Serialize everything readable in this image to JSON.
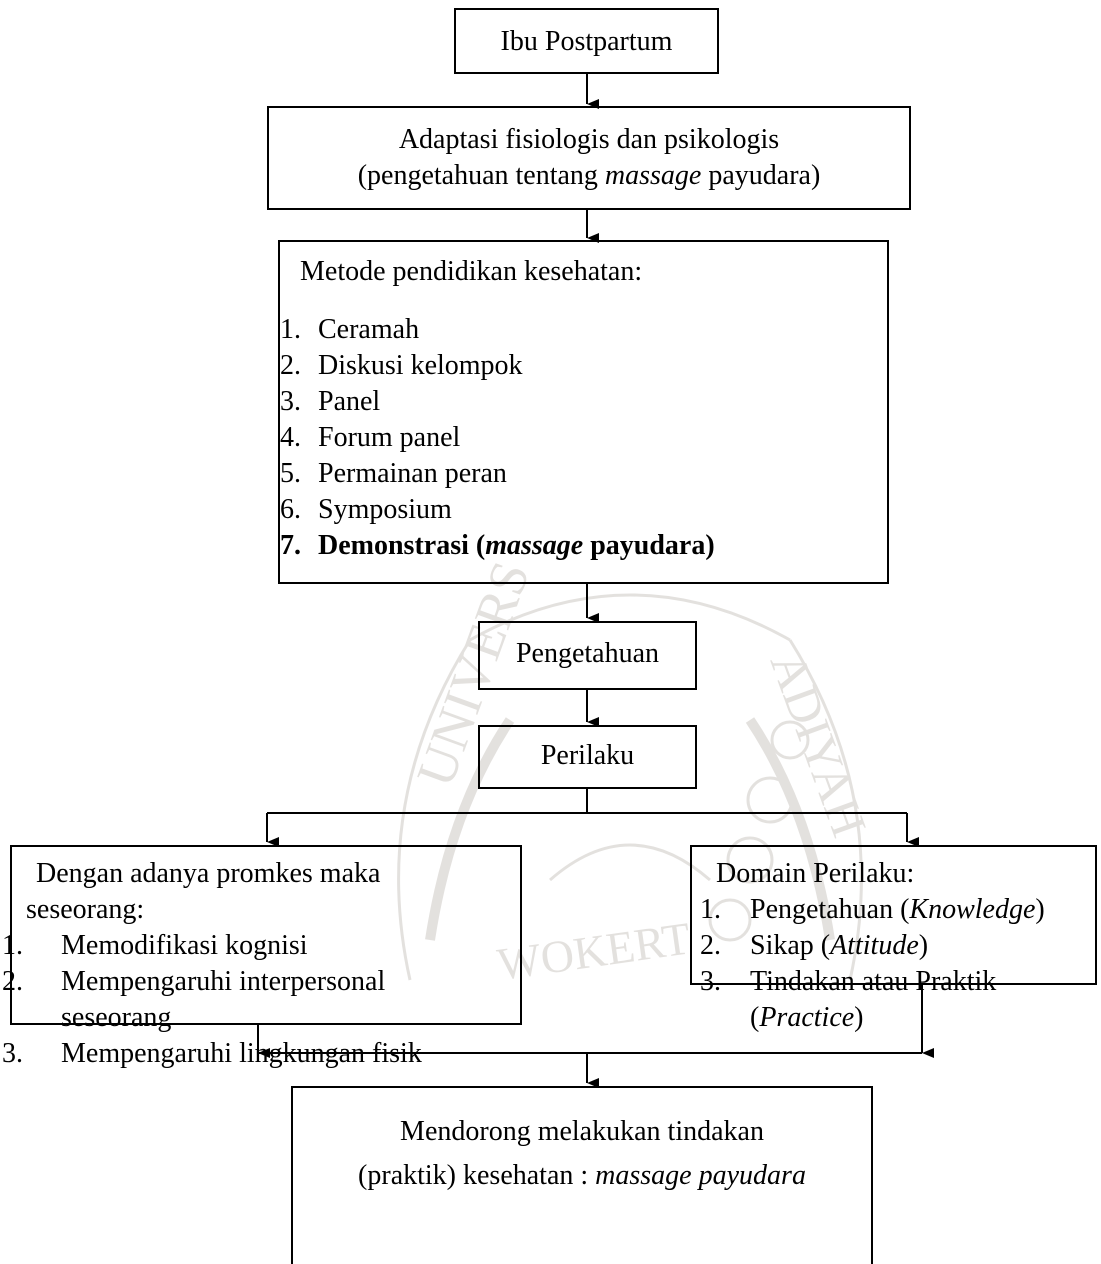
{
  "watermark": {
    "letters_left": "UNIVERS",
    "letters_right": "ADIYAH",
    "letters_bottom": "WOKERT"
  },
  "nodes": {
    "ibu": {
      "text": "Ibu Postpartum"
    },
    "adaptasi": {
      "line1": "Adaptasi fisiologis dan psikologis",
      "line2_pre": "(pengetahuan tentang ",
      "line2_em": "massage",
      "line2_post": " payudara)"
    },
    "metode": {
      "title": "Metode pendidikan kesehatan:",
      "items": [
        {
          "num": "1.",
          "text": "Ceramah"
        },
        {
          "num": "2.",
          "text": "Diskusi kelompok"
        },
        {
          "num": "3.",
          "text": "Panel"
        },
        {
          "num": "4.",
          "text": "Forum panel"
        },
        {
          "num": "5.",
          "text": "Permainan peran"
        },
        {
          "num": "6.",
          "text": "Symposium"
        }
      ],
      "item7": {
        "num": "7.",
        "pre": "Demonstrasi (",
        "em": "massage",
        "post": " payudara)"
      }
    },
    "pengetahuan": {
      "text": "Pengetahuan"
    },
    "perilaku": {
      "text": "Perilaku"
    },
    "promkes": {
      "title_line1": "Dengan adanya promkes maka",
      "title_line2": "seseorang:",
      "items": [
        {
          "num": "1.",
          "lines": [
            "Memodifikasi kognisi"
          ]
        },
        {
          "num": "2.",
          "lines": [
            "Mempengaruhi interpersonal",
            "seseorang"
          ]
        },
        {
          "num": "3.",
          "lines": [
            "Mempengaruhi lingkungan fisik"
          ]
        }
      ]
    },
    "domain": {
      "title": "Domain Perilaku:",
      "item1": {
        "num": "1.",
        "pre": "Pengetahuan (",
        "em": "Knowledge",
        "post": ")"
      },
      "item2": {
        "num": "2.",
        "pre": "Sikap (",
        "em": "Attitude",
        "post": ")"
      },
      "item3": {
        "num": "3.",
        "line1": "Tindakan atau Praktik",
        "pre": "(",
        "em": "Practice",
        "post": ")"
      }
    },
    "mendorong": {
      "line1": "Mendorong melakukan tindakan",
      "line2_pre": "(praktik) kesehatan : ",
      "line2_em": "massage payudara"
    }
  }
}
